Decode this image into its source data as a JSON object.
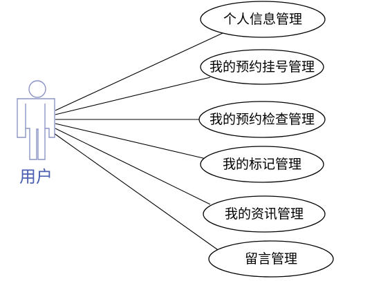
{
  "actor": {
    "label": "用户",
    "icon": "stick-figure-icon",
    "color": "#4a5fb2",
    "outline_color": "#8a93c4"
  },
  "use_cases": [
    {
      "id": "personal-info",
      "label": "个人信息管理"
    },
    {
      "id": "appointment-registration",
      "label": "我的预约挂号管理"
    },
    {
      "id": "appointment-check",
      "label": "我的预约检查管理"
    },
    {
      "id": "bookmark",
      "label": "我的标记管理"
    },
    {
      "id": "news",
      "label": "我的资讯管理"
    },
    {
      "id": "message",
      "label": "留言管理"
    }
  ]
}
